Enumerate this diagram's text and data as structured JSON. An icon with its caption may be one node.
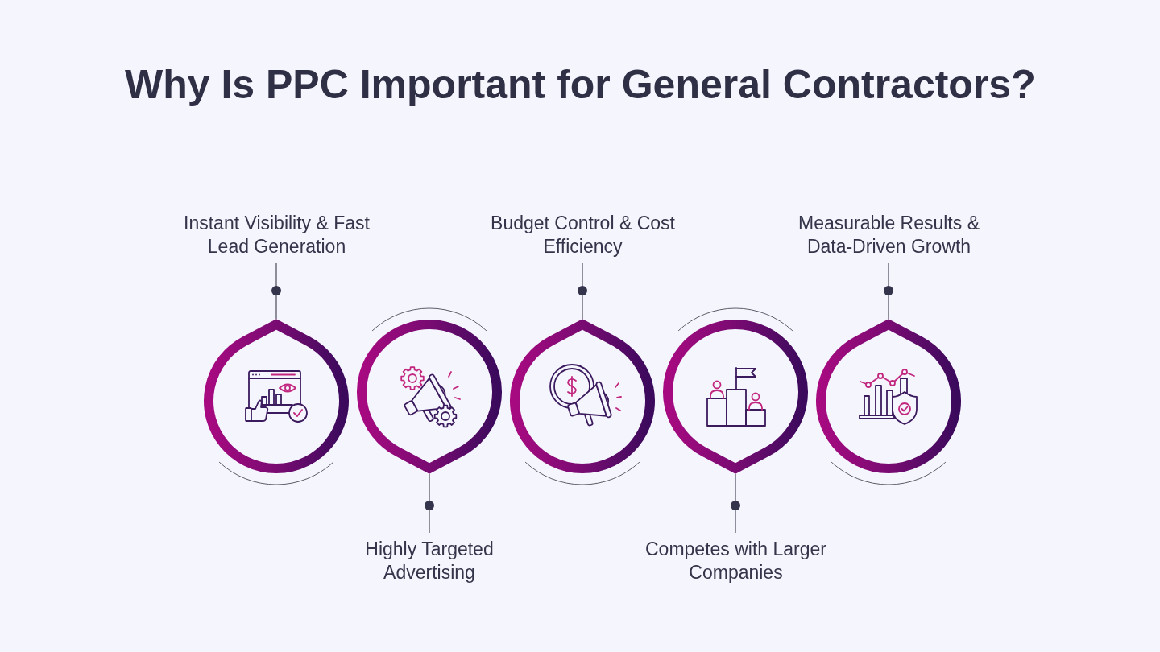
{
  "diagram": {
    "title": "Why Is PPC Important for General Contractors?",
    "nodes": [
      {
        "text": [
          "Instant Visibility & Fast Lead Generation"
        ]
      },
      {
        "text": [
          "Budget Control & Cost Efficiency"
        ]
      },
      {
        "text": [
          "Measurable Results & Data-Driven Growth"
        ]
      },
      {
        "text": [],
        "shape": "drop"
      },
      {
        "text": [],
        "shape": "drop"
      },
      {
        "text": [],
        "shape": "drop"
      },
      {
        "text": [],
        "shape": "drop"
      },
      {
        "text": [],
        "shape": "drop"
      },
      {
        "text": [
          "Highly Targeted Advertising"
        ]
      },
      {
        "text": [
          "Competes with Larger Companies"
        ]
      }
    ],
    "edges": [
      {
        "from": 0,
        "to": 3,
        "arrow": "other"
      },
      {
        "from": 8,
        "to": 4,
        "arrow": "other"
      },
      {
        "from": 1,
        "to": 5,
        "arrow": "other"
      },
      {
        "from": 9,
        "to": 6,
        "arrow": "other"
      },
      {
        "from": 2,
        "to": 7,
        "arrow": "other"
      }
    ]
  }
}
